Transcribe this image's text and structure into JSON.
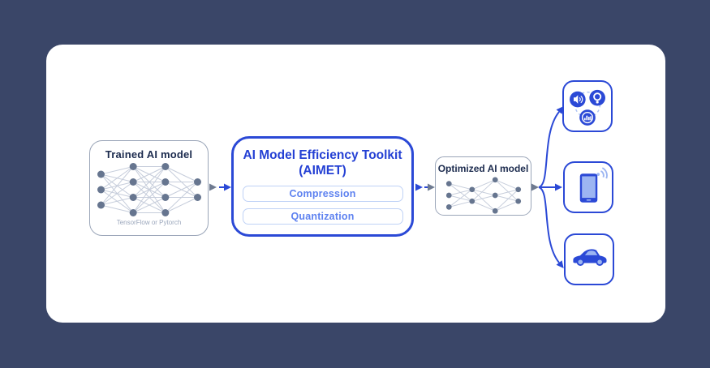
{
  "colors": {
    "background": "#3A4668",
    "card": "#FFFFFF",
    "accent": "#2B49D6",
    "accent_text": "#2440D4",
    "module_text": "#5E82F0",
    "module_border": "#BFD2F6",
    "gray_border": "#9AA5B8",
    "gray_arrow": "#6E7A90",
    "dark_text": "#1C2B4E",
    "muted_text": "#9BA7BC",
    "node": "#66758F",
    "edge": "#C6CDDB",
    "icon_light": "#9CB5F2",
    "dash": "#AEC4F4"
  },
  "diagram": {
    "trained_model": {
      "title": "Trained AI model",
      "framework_label": "TensorFlow or Pytorch",
      "network": {
        "layers": [
          3,
          4,
          4,
          2
        ]
      }
    },
    "aimet": {
      "title": "AI Model Efficiency Toolkit",
      "subtitle": "(AIMET)",
      "modules": [
        {
          "label": "Compression"
        },
        {
          "label": "Quantization"
        }
      ]
    },
    "optimized_model": {
      "title": "Optimized AI model",
      "network": {
        "layers": [
          3,
          2,
          3,
          2
        ]
      }
    },
    "targets": [
      {
        "name": "iot-applications",
        "icons": [
          "speaker-icon",
          "camera-lens-icon",
          "chart-icon"
        ]
      },
      {
        "name": "smartphone",
        "icons": [
          "smartphone-icon",
          "signal-waves-icon"
        ]
      },
      {
        "name": "car",
        "icons": [
          "car-icon"
        ]
      }
    ]
  }
}
